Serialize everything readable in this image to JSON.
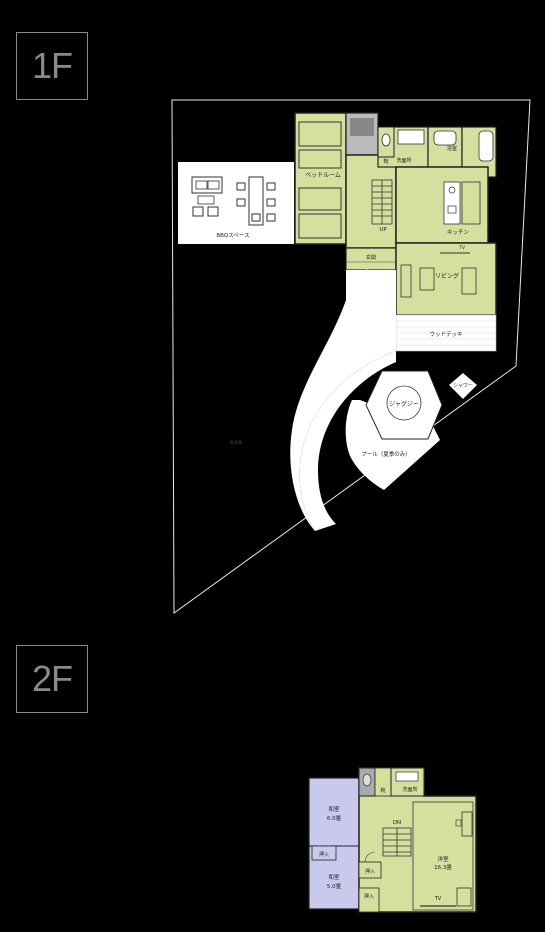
{
  "floors": {
    "f1": {
      "label": "1F"
    },
    "f2": {
      "label": "2F"
    }
  },
  "rooms_1f": {
    "bedroom": "ベッドルーム",
    "bbq": "BBQスペース",
    "senmen": "洗面所",
    "bath1": "浴室",
    "bath2": "浴室",
    "kitchen": "キッチン",
    "up": "UP",
    "entrance": "玄関",
    "living": "リビング",
    "tv": "TV",
    "wooddeck": "ウッドデッキ",
    "jacuzzi": "ジャグジー",
    "shower": "シャワー",
    "pool": "プール（夏季のみ）",
    "shoes": "靴",
    "garden": "駐車場"
  },
  "rooms_2f": {
    "washitsu1": "和室",
    "washitsu1_size": "6.0畳",
    "oshiire1": "押入",
    "washitsu2": "和室",
    "washitsu2_size": "5.0畳",
    "oshiire2": "押入",
    "oshiire3": "押入",
    "senmen": "洗面所",
    "dn": "DN",
    "youshitsu": "洋室",
    "youshitsu_size": "16.3畳",
    "tv": "TV",
    "shoes": "靴"
  },
  "colors": {
    "room": "#d6df9e",
    "wall": "#222222",
    "washitsu": "#c9c9ee",
    "white": "#ffffff",
    "gray": "#9a9a9a"
  }
}
